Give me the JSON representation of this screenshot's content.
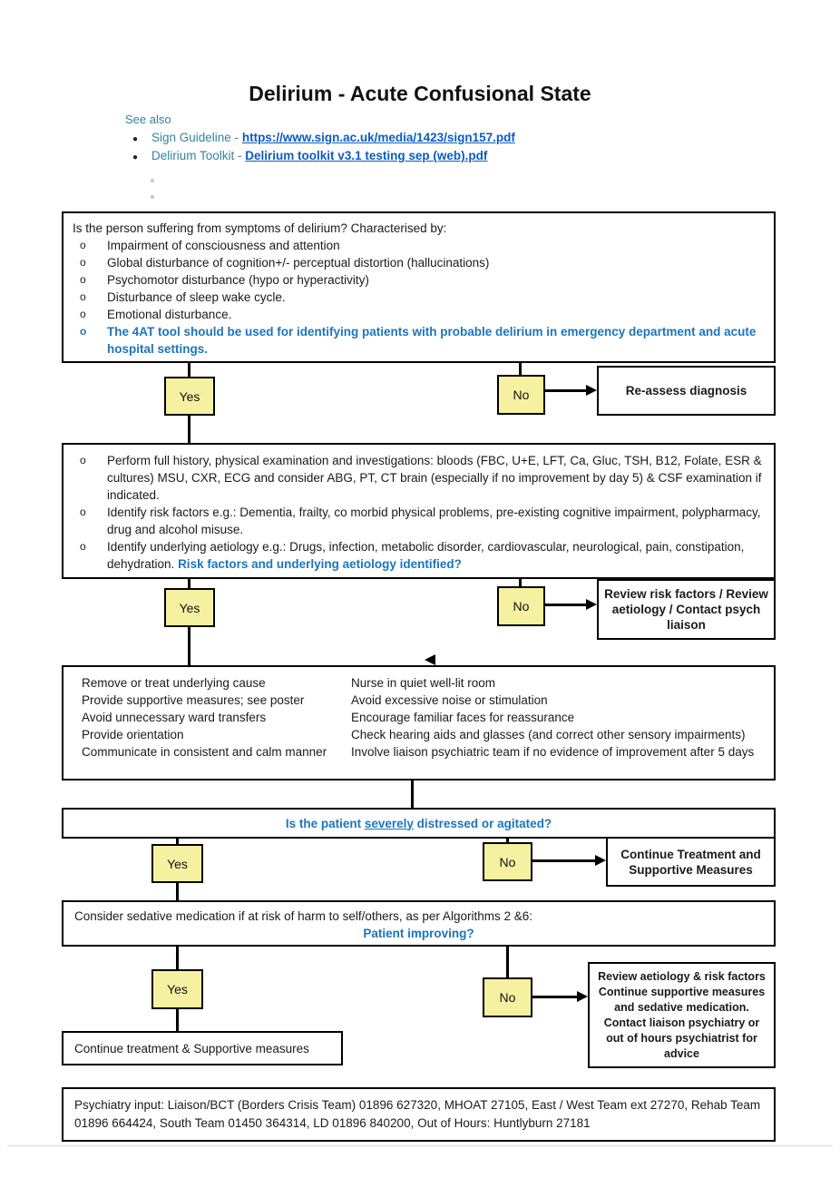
{
  "glyphs": {
    "circle_bullet": "o",
    "dot_bullet": "●"
  },
  "colors": {
    "accent_blue": "#1B75BC",
    "link_blue": "#0B5CC4",
    "label_teal": "#31849B",
    "decision_yellow": "#F5F1A1",
    "border_black": "#000000"
  },
  "header": {
    "title": "Delirium - Acute Confusional State",
    "see_also_label": "See also",
    "links": [
      {
        "prefix": "Sign Guideline - ",
        "text": "https://www.sign.ac.uk/media/1423/sign157.pdf"
      },
      {
        "prefix": "Delirium Toolkit - ",
        "text": "Delirium toolkit v3.1 testing sep (web).pdf"
      }
    ]
  },
  "box_symptoms": {
    "intro": "Is the person suffering from symptoms of delirium? Characterised by:",
    "items": [
      "Impairment of consciousness and attention",
      "Global disturbance of cognition+/- perceptual distortion (hallucinations)",
      "Psychomotor disturbance (hypo or hyperactivity)",
      "Disturbance of sleep wake cycle.",
      "Emotional disturbance."
    ],
    "highlight": "The 4AT tool should be used for identifying patients with probable delirium in emergency department and acute hospital settings."
  },
  "decision1": {
    "yes": "Yes",
    "no": "No",
    "outcome": "Re-assess diagnosis"
  },
  "box_assessment": {
    "items": [
      "Perform full history, physical examination and investigations: bloods (FBC, U+E, LFT, Ca, Gluc, TSH, B12, Folate, ESR & cultures) MSU, CXR, ECG and consider ABG, PT, CT brain (especially if no improvement by day 5) & CSF examination if indicated.",
      "Identify risk factors e.g.:  Dementia, frailty, co morbid physical problems, pre-existing cognitive impairment, polypharmacy, drug and alcohol misuse.",
      "Identify underlying aetiology e.g.:  Drugs, infection, metabolic disorder, cardiovascular, neurological, pain, constipation, dehydration. "
    ],
    "highlight": "Risk factors and underlying aetiology identified?"
  },
  "decision2": {
    "yes": "Yes",
    "no": "No",
    "outcome": "Review risk factors / Review aetiology / Contact psych liaison"
  },
  "box_supportive": {
    "left": [
      "Remove or treat underlying cause",
      "Provide supportive measures; see poster",
      "Avoid unnecessary ward transfers",
      "Provide orientation",
      "Communicate in consistent and calm manner"
    ],
    "right": [
      "Nurse in quiet well-lit room",
      "Avoid excessive noise or stimulation",
      "Encourage familiar faces for reassurance",
      "Check hearing aids and glasses (and correct other sensory impairments)",
      "Involve liaison psychiatric team if no evidence of improvement after 5 days"
    ]
  },
  "box_distress_question": {
    "prefix": "Is the patient ",
    "underlined": "severely",
    "suffix": " distressed or agitated?"
  },
  "decision3": {
    "yes": "Yes",
    "no": "No",
    "outcome": "Continue Treatment and Supportive Measures"
  },
  "box_sedation": {
    "line1": "Consider sedative medication if at risk of harm to self/others, as per Algorithms 2 &6:",
    "question": "Patient improving?"
  },
  "decision4": {
    "yes": "Yes",
    "no": "No",
    "yes_outcome": "Continue treatment & Supportive measures",
    "no_outcome": "Review aetiology & risk factors Continue supportive measures and sedative medication. Contact liaison psychiatry or out of hours psychiatrist for advice"
  },
  "footer": {
    "text": "Psychiatry input:  Liaison/BCT (Borders Crisis Team) 01896 627320, MHOAT 27105, East / West Team ext 27270, Rehab Team 01896 664424, South Team 01450 364314, LD 01896 840200, Out of Hours: Huntlyburn 27181"
  }
}
